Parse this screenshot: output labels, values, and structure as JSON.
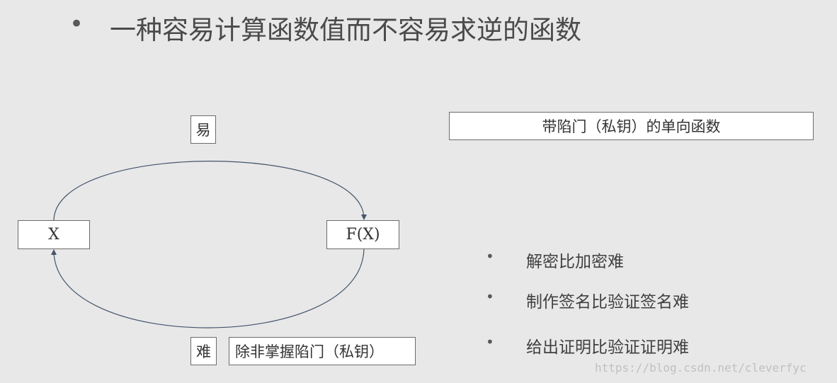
{
  "title": {
    "bullet": "•",
    "text": "一种容易计算函数值而不容易求逆的函数"
  },
  "diagram": {
    "easy_label": "易",
    "hard_label": "难",
    "x_node": "X",
    "fx_node": "F(X)",
    "condition": "除非掌握陷门（私钥）",
    "trapdoor_label": "带陷门（私钥）的单向函数"
  },
  "bullets": [
    {
      "dot": "•",
      "text": "解密比加密难"
    },
    {
      "dot": "•",
      "text": "制作签名比验证签名难"
    },
    {
      "dot": "•",
      "text": "给出证明比验证证明难"
    }
  ],
  "watermark": "https://blog.csdn.net/cleverfyc"
}
